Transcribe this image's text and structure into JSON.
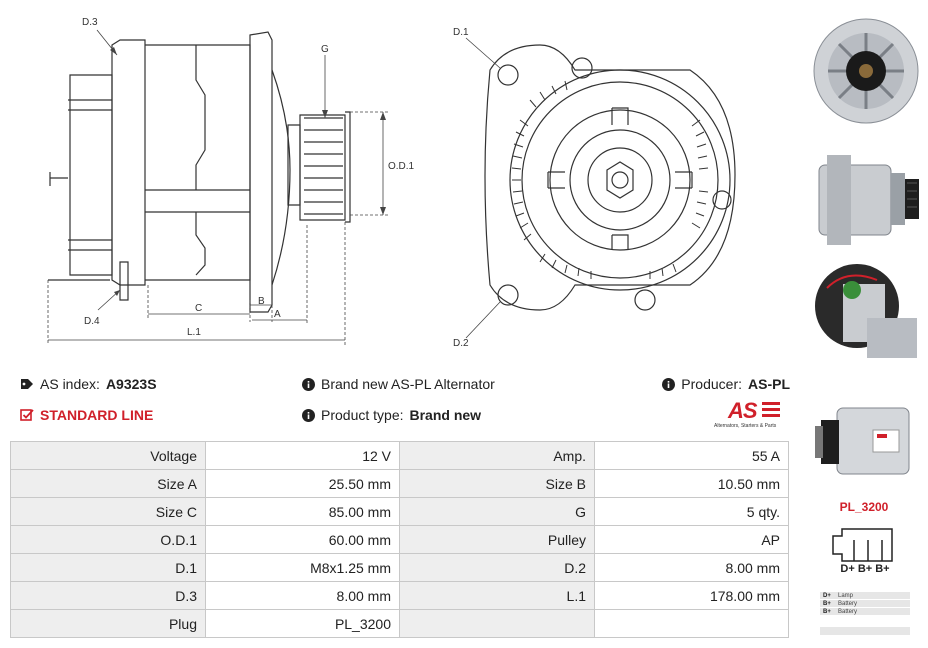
{
  "labels": {
    "d3": "D.3",
    "d1": "D.1",
    "d2": "D.2",
    "d4": "D.4",
    "g": "G",
    "od1": "O.D.1",
    "c": "C",
    "b": "B",
    "a": "A",
    "l1": "L.1"
  },
  "info": {
    "as_index_label": "AS index:",
    "as_index_value": "A9323S",
    "brand_text": "Brand new AS-PL Alternator",
    "producer_label": "Producer:",
    "producer_value": "AS-PL",
    "standard_line": "STANDARD LINE",
    "product_type_label": "Product type:",
    "product_type_value": "Brand new",
    "logo_text": "AS",
    "logo_tagline": "Alternators, Starters & Parts"
  },
  "specs": [
    {
      "l1": "Voltage",
      "v1": "12 V",
      "l2": "Amp.",
      "v2": "55 A"
    },
    {
      "l1": "Size A",
      "v1": "25.50 mm",
      "l2": "Size B",
      "v2": "10.50 mm"
    },
    {
      "l1": "Size C",
      "v1": "85.00 mm",
      "l2": "G",
      "v2": "5 qty."
    },
    {
      "l1": "O.D.1",
      "v1": "60.00 mm",
      "l2": "Pulley",
      "v2": "AP"
    },
    {
      "l1": "D.1",
      "v1": "M8x1.25 mm",
      "l2": "D.2",
      "v2": "8.00 mm"
    },
    {
      "l1": "D.3",
      "v1": "8.00 mm",
      "l2": "L.1",
      "v2": "178.00 mm"
    },
    {
      "l1": "Plug",
      "v1": "PL_3200",
      "l2": "",
      "v2": ""
    }
  ],
  "plug": {
    "code": "PL_3200",
    "pins": "D+ B+ B+",
    "legend": [
      {
        "k": "D+",
        "v": "Lamp"
      },
      {
        "k": "B+",
        "v": "Battery"
      },
      {
        "k": "B+",
        "v": "Battery"
      }
    ]
  },
  "colors": {
    "accent": "#d0202a",
    "label_bg": "#eeeeee",
    "border": "#c8c8c8"
  },
  "icons": {
    "tag": "tag-icon",
    "info": "info-icon",
    "check": "checkbox-check-icon"
  }
}
